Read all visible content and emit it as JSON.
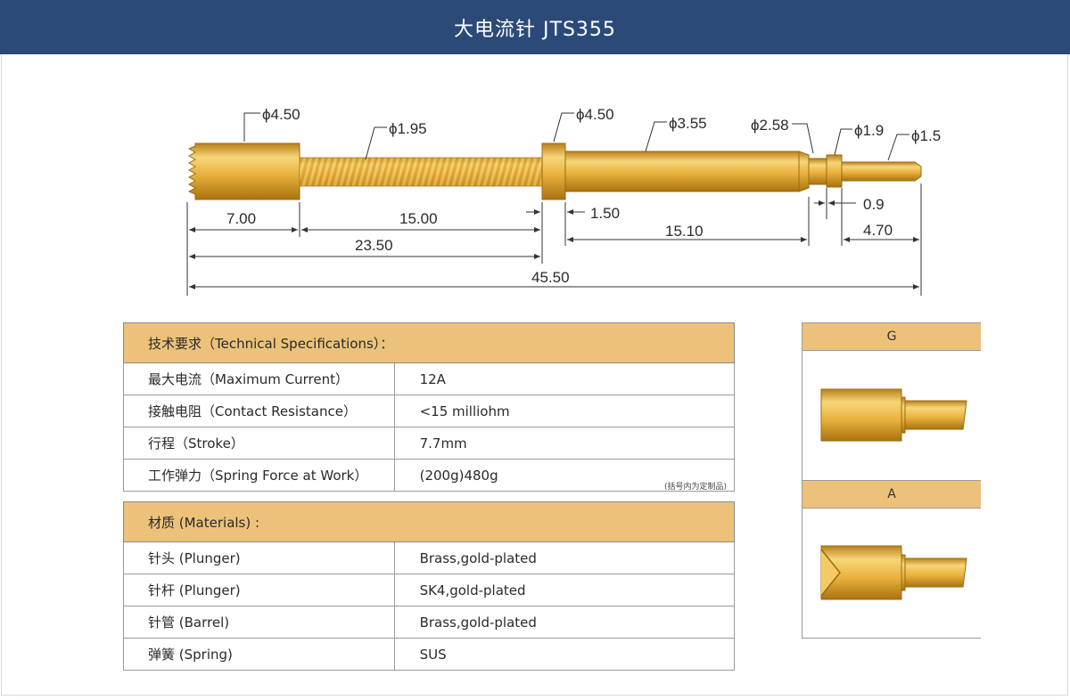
{
  "header": {
    "title": "大电流针 JTS355"
  },
  "diagram": {
    "diameters": {
      "tip_head": "ϕ4.50",
      "rod": "ϕ1.95",
      "collar": "ϕ4.50",
      "barrel": "ϕ3.55",
      "neck": "ϕ2.58",
      "step": "ϕ1.9",
      "end": "ϕ1.5"
    },
    "lengths": {
      "head": "7.00",
      "spring_section": "15.00",
      "collar": "1.50",
      "plunger_total": "23.50",
      "barrel": "15.10",
      "step": "0.9",
      "end": "4.70",
      "overall": "45.50"
    },
    "colors": {
      "gold": "#e9b13d",
      "gold_light": "#f7d679",
      "gold_dark": "#b8801a",
      "header": "#2b4a78",
      "table_head": "#ecc27a"
    }
  },
  "specs": {
    "title": "技术要求（Technical Specifications）：",
    "rows": [
      {
        "label": "最大电流（Maximum Current）",
        "value": "12A"
      },
      {
        "label": "接触电阻（Contact Resistance）",
        "value": "<15 milliohm"
      },
      {
        "label": "行程（Stroke）",
        "value": "7.7mm"
      },
      {
        "label": "工作弹力（Spring Force at Work）",
        "value": "(200g)480g"
      }
    ],
    "note": "(括号内为定制品)"
  },
  "materials": {
    "title": "材质 (Materials) :",
    "rows": [
      {
        "label": "针头 (Plunger)",
        "value": "Brass,gold-plated"
      },
      {
        "label": "针杆 (Plunger)",
        "value": "SK4,gold-plated"
      },
      {
        "label": "针管 (Barrel)",
        "value": "Brass,gold-plated"
      },
      {
        "label": "弹簧 (Spring)",
        "value": "SUS"
      }
    ]
  },
  "tips": [
    {
      "label": "G"
    },
    {
      "label": "A"
    }
  ]
}
